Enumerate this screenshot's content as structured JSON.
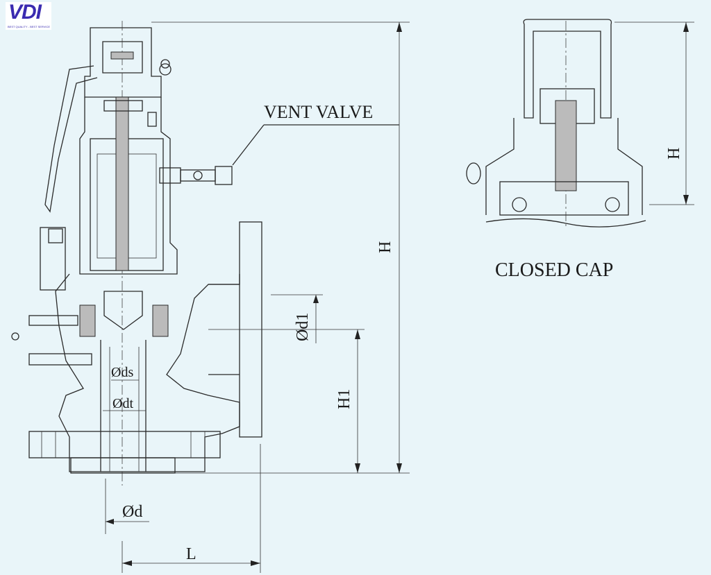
{
  "logo": {
    "text": "VDI",
    "tagline": "BEST QUALITY - BEST SERVICE"
  },
  "labels": {
    "vent_valve": "VENT VALVE",
    "closed_cap": "CLOSED CAP",
    "height_main": "H",
    "height_cap": "H",
    "height_outlet": "H1",
    "outlet_diameter": "Ød1",
    "seat_diameter": "Øds",
    "throat_diameter": "Ødt",
    "inlet_diameter": "Ød",
    "length": "L"
  }
}
